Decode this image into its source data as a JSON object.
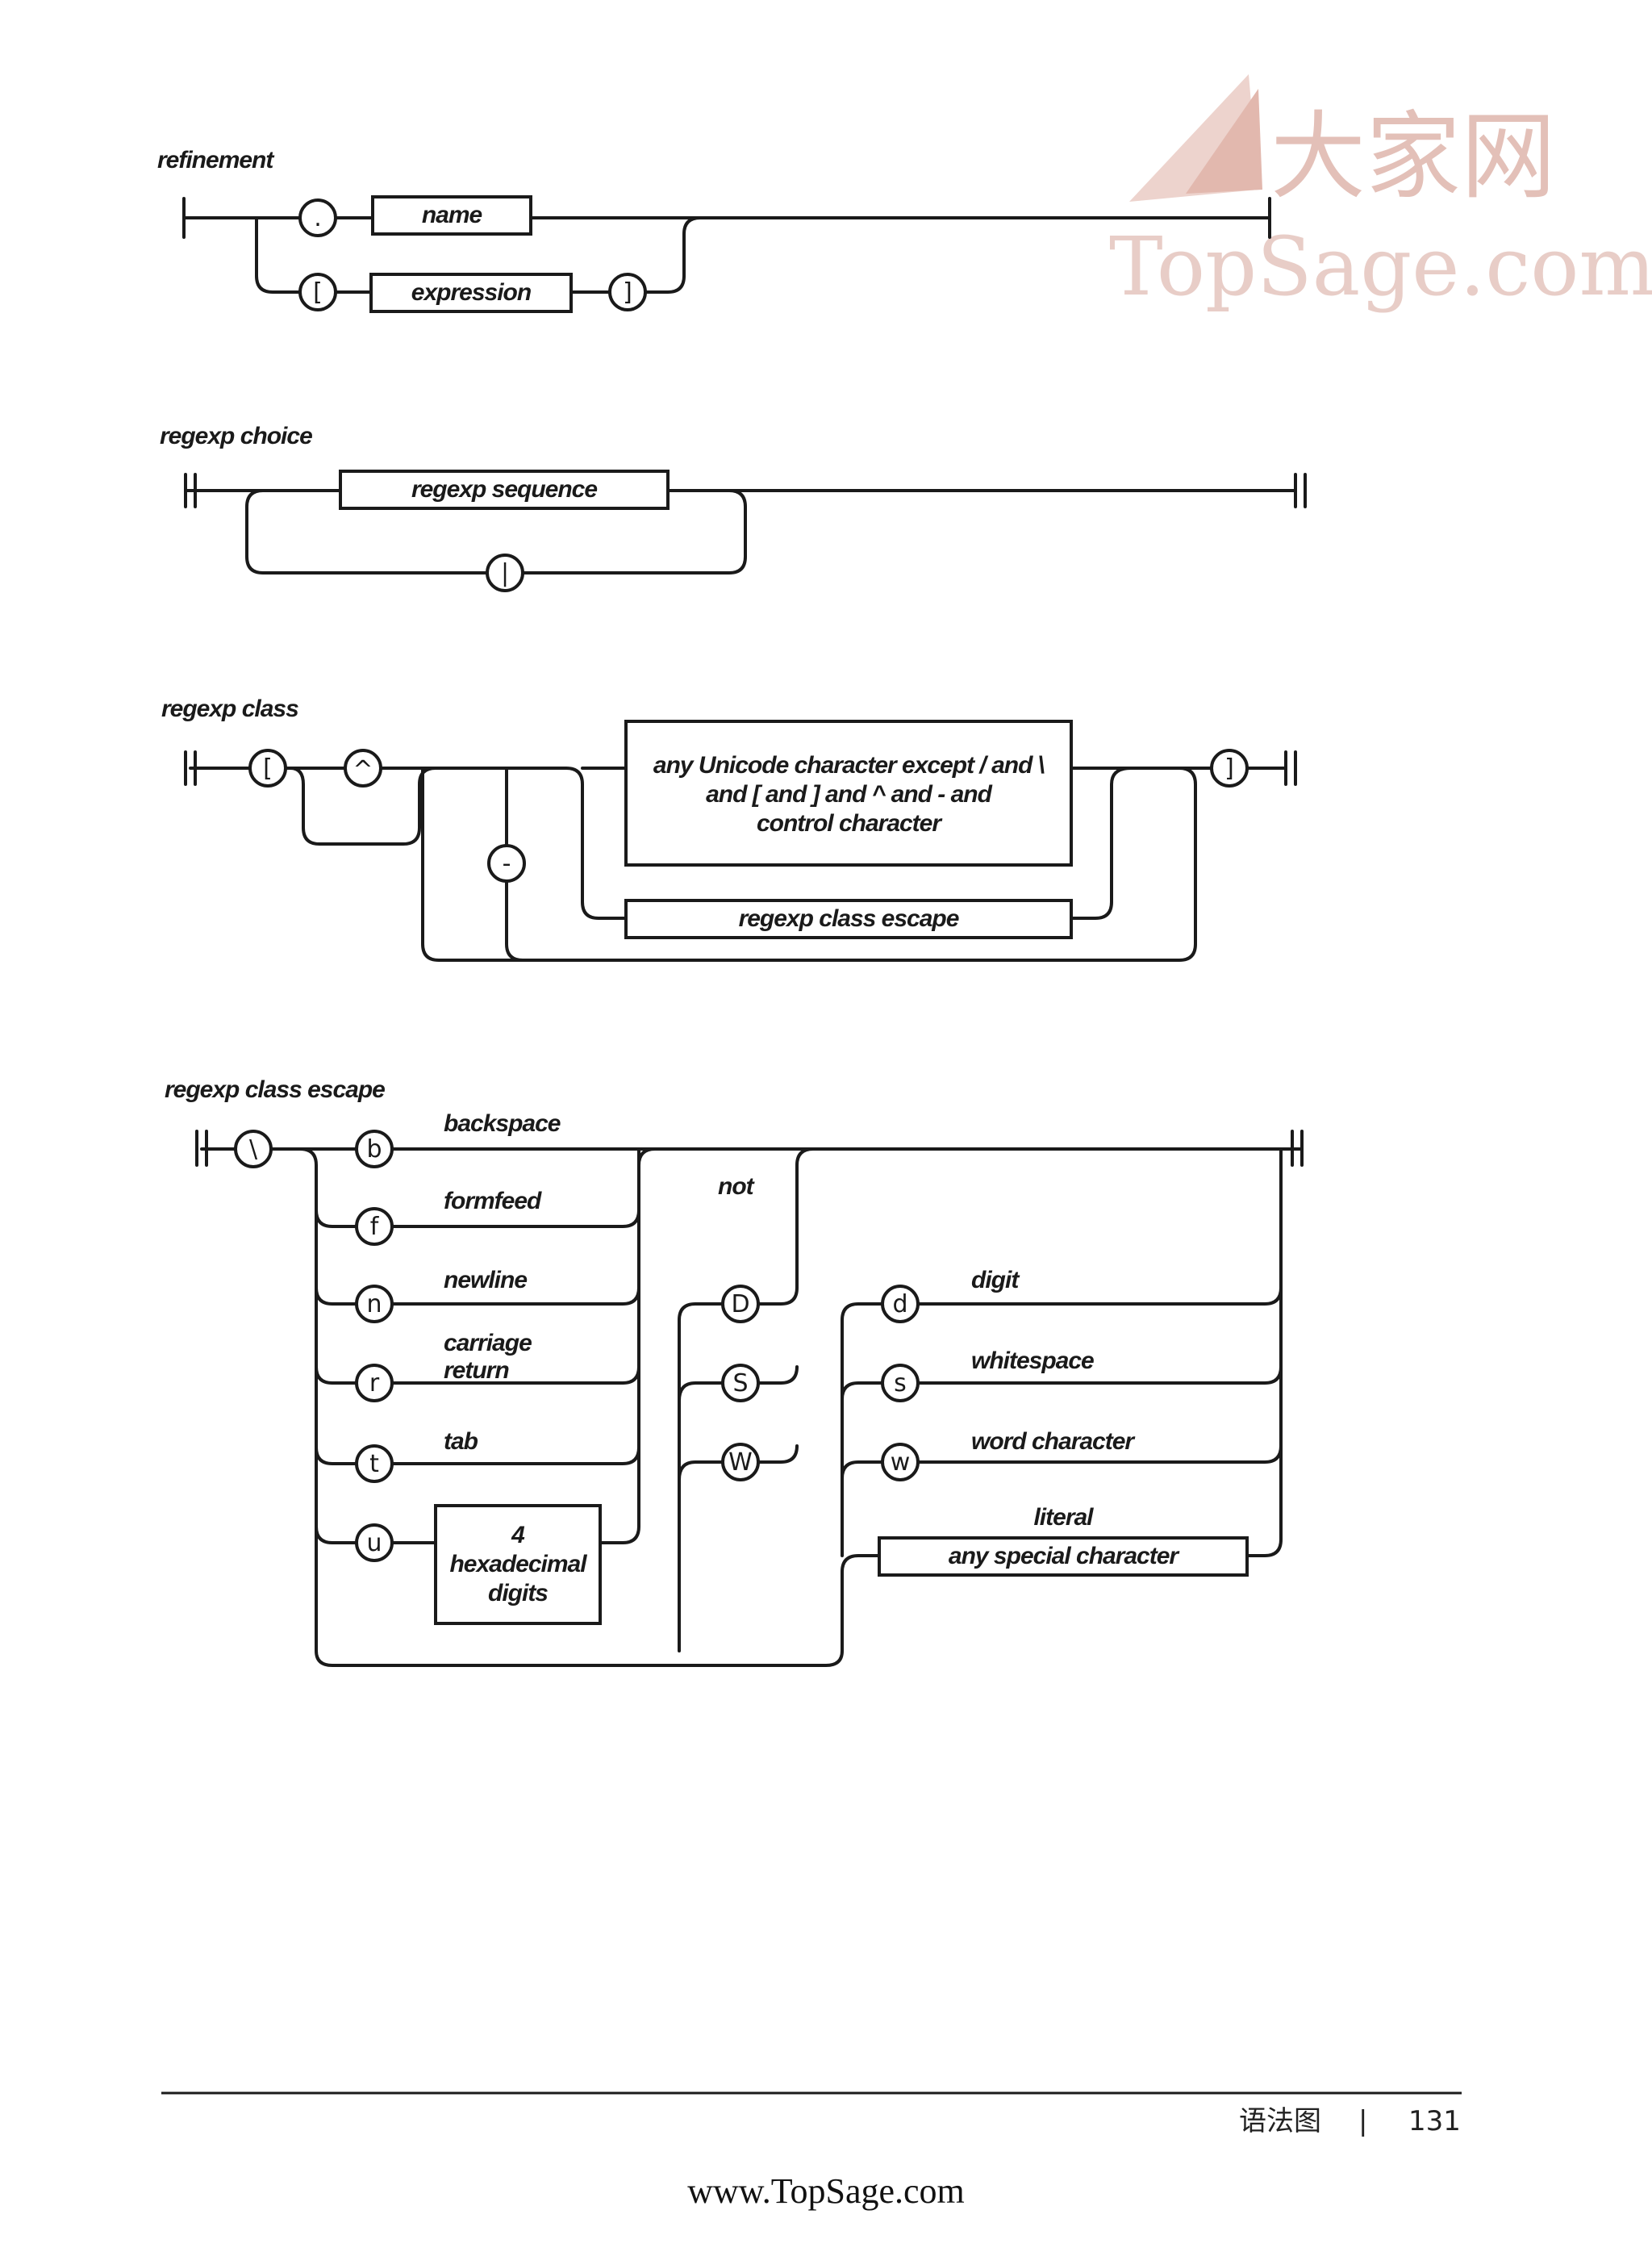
{
  "watermark": {
    "chinese": "大家网",
    "brand": "TopSage.com"
  },
  "diagrams": {
    "refinement": {
      "title": "refinement",
      "dot": ".",
      "name": "name",
      "open_bracket": "[",
      "expression": "expression",
      "close_bracket": "]"
    },
    "regexp_choice": {
      "title": "regexp choice",
      "sequence": "regexp sequence",
      "pipe": "|"
    },
    "regexp_class": {
      "title": "regexp class",
      "open_bracket": "[",
      "caret": "^",
      "dash": "-",
      "any_char_lines": [
        "any Unicode character except / and \\",
        "and [ and ] and ^ and - and",
        "control character"
      ],
      "class_escape": "regexp class escape",
      "close_bracket": "]"
    },
    "regexp_class_escape": {
      "title": "regexp class escape",
      "backslash": "\\",
      "letters": [
        "b",
        "f",
        "n",
        "r",
        "t",
        "u"
      ],
      "labels": [
        "backspace",
        "formfeed",
        "newline",
        "carriage",
        "return",
        "tab"
      ],
      "hex_lines": [
        "4",
        "hexadecimal",
        "digits"
      ],
      "not_label": "not",
      "upper": [
        "D",
        "S",
        "W"
      ],
      "lower": [
        "d",
        "s",
        "w"
      ],
      "lower_labels": [
        "digit",
        "whitespace",
        "word character"
      ],
      "literal_label": "literal",
      "special": "any special character"
    }
  },
  "footer": {
    "chapter": "语法图",
    "separator": "|",
    "page": "131",
    "url": "www.TopSage.com"
  }
}
